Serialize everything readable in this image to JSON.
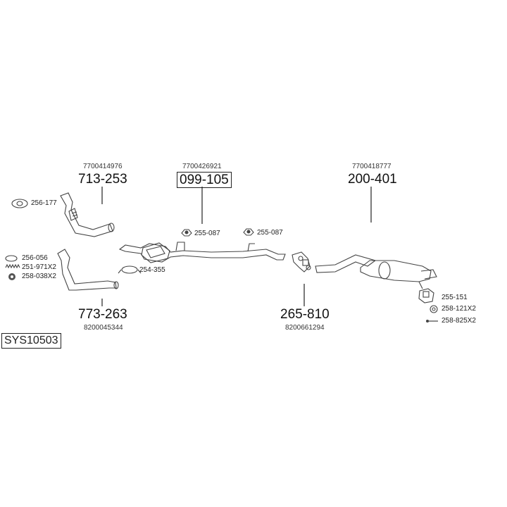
{
  "system_code": "SYS10503",
  "parts": {
    "front_pipe_upper": {
      "number": "713-253",
      "oem": "7700414976"
    },
    "front_pipe_lower": {
      "number": "773-263",
      "oem": "8200045344"
    },
    "catalytic_converter": {
      "number": "099-105",
      "oem": "7700426921"
    },
    "rear_silencer": {
      "number": "200-401",
      "oem": "7700418777"
    },
    "middle_clamp": {
      "number": "265-810",
      "oem": "8200661294"
    }
  },
  "accessories": {
    "gasket_upper": "256-177",
    "gasket_lower": "256-056",
    "spring": "251-971X2",
    "nut": "258-038X2",
    "clamp_cat": "254-355",
    "mount_1": "255-087",
    "mount_2": "255-087",
    "rear_mount": "255-151",
    "washer": "258-121X2",
    "bolt": "258-825X2"
  }
}
